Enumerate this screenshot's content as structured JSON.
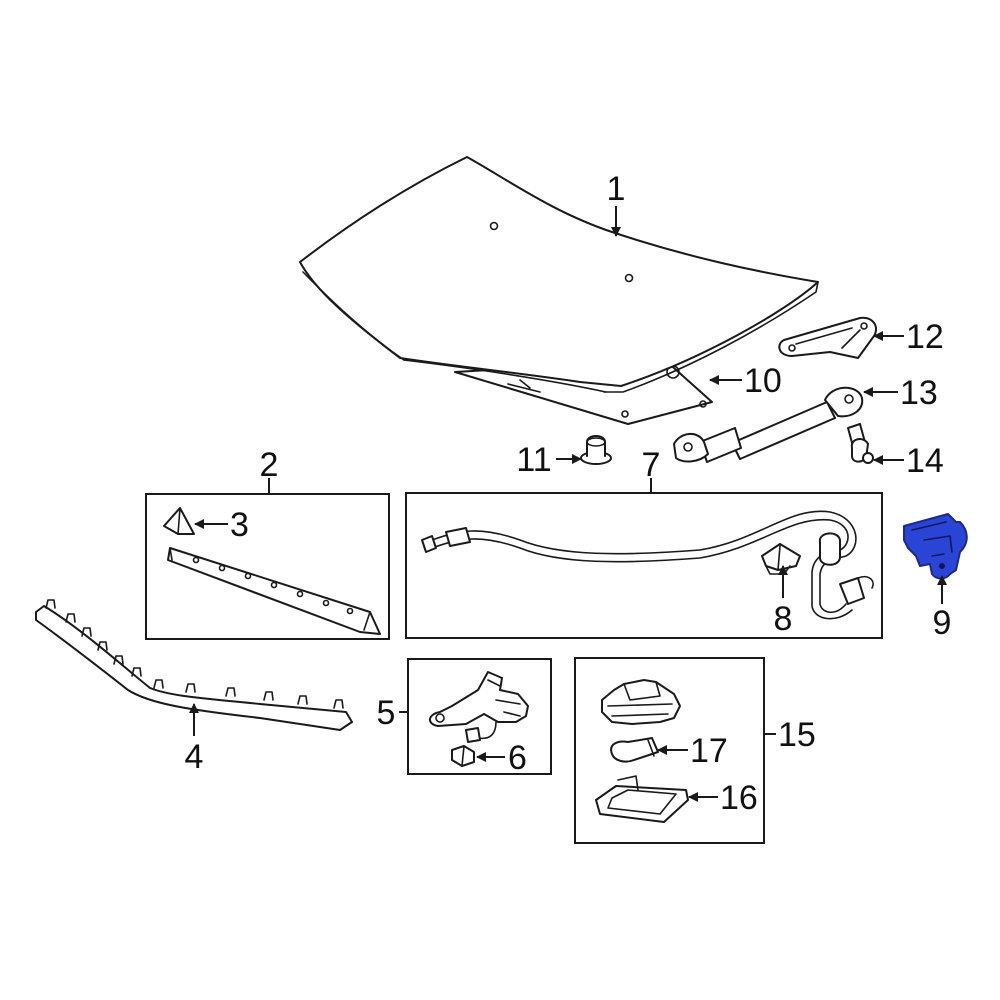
{
  "callouts": {
    "c1": "1",
    "c2": "2",
    "c3": "3",
    "c4": "4",
    "c5": "5",
    "c6": "6",
    "c7": "7",
    "c8": "8",
    "c9": "9",
    "c10": "10",
    "c11": "11",
    "c12": "12",
    "c13": "13",
    "c14": "14",
    "c15": "15",
    "c16": "16",
    "c17": "17"
  },
  "highlighted_part": "9",
  "colors": {
    "highlight": "#2a45d6",
    "line": "#1a1a1a",
    "background": "#ffffff"
  }
}
